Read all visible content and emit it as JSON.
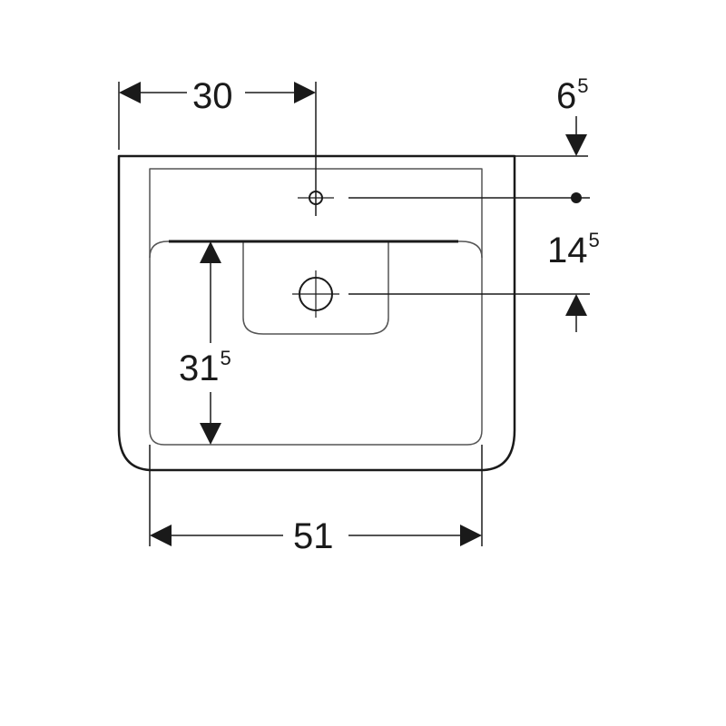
{
  "colors": {
    "line": "#1a1a1a",
    "inner": "#555555",
    "background": "#ffffff"
  },
  "dimensions": {
    "hole_offset": {
      "main": "30",
      "sup": ""
    },
    "top_depth": {
      "main": "6",
      "sup": "5"
    },
    "hole_spacing": {
      "main": "14",
      "sup": "5"
    },
    "bowl_depth": {
      "main": "31",
      "sup": "5"
    },
    "width": {
      "main": "51",
      "sup": ""
    }
  }
}
